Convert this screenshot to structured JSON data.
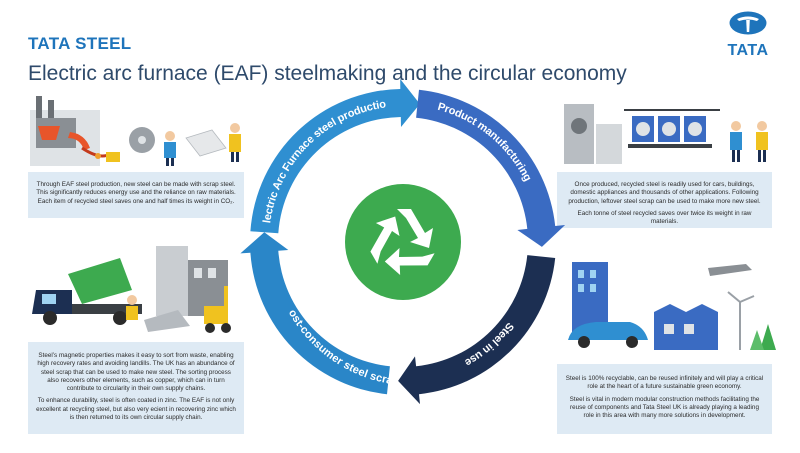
{
  "brand": {
    "name": "TATA STEEL",
    "logo_word": "TATA"
  },
  "title": "Electric arc furnace (EAF) steelmaking and the circular economy",
  "cycle": {
    "stages": [
      {
        "label": "Electric Arc Furnace steel production",
        "color": "#2f8fd1"
      },
      {
        "label": "Product manufacturing",
        "color": "#3a6bc2"
      },
      {
        "label": "Steel in use",
        "color": "#1c2f52"
      },
      {
        "label": "Post-consumer steel scrap",
        "color": "#2a86c8"
      }
    ],
    "center_icon": "recycle-icon",
    "center_color": "#3daa4f"
  },
  "panels": {
    "top_left": {
      "paragraphs": [
        "Through EAF steel production, new steel can be made with scrap steel. This significantly reduces energy use and the reliance on raw materials. Each item of recycled steel saves one and half times its weight in CO₂."
      ]
    },
    "top_right": {
      "paragraphs": [
        "Once produced, recycled steel is readily used for cars, buildings, domestic appliances and thousands of other applications. Following production, leftover steel scrap can be used to make more new steel.",
        "Each tonne of steel recycled saves over twice its weight in raw materials."
      ]
    },
    "bottom_left": {
      "paragraphs": [
        "Steel’s magnetic properties makes it easy to sort from waste, enabling high recovery rates and avoiding landills. The UK has an abundance of steel scrap that can be used to make new steel. The sorting process also recovers other elements, such as copper, which can in turn contribute to circularity in their own supply chains.",
        "To enhance durability, steel is often coated in zinc. The EAF is not only excellent at recycling steel, but also very ecient in recovering zinc which is then returned to its own circular supply chain."
      ]
    },
    "bottom_right": {
      "paragraphs": [
        "Steel is 100% recyclable, can be reused infinitely and will play a critical role at the heart of a future sustainable green economy.",
        "Steel is vital in modern modular construction methods facilitating the reuse of components and Tata Steel UK is already playing a leading role in this area with many more solutions in development."
      ]
    }
  }
}
